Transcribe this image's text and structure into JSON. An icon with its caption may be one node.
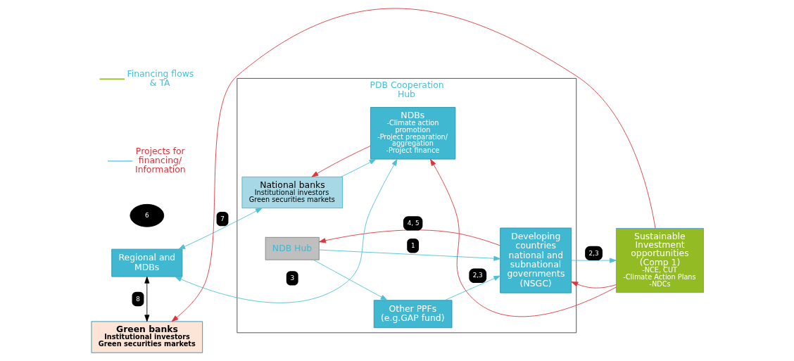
{
  "diagram": {
    "nodes": [
      {
        "text": [
          "PDB Cooperation Hub"
        ]
      },
      {
        "text": [
          "Regional and MDBs"
        ]
      },
      {
        "text": [
          "Green banks",
          "Institutional investors",
          "Green securities markets"
        ]
      },
      {
        "text": [
          "National banks",
          "Institutional investors",
          "Green securities markets"
        ],
        "in": 0
      },
      {
        "text": [
          "NDBs",
          "-Climate action promotion",
          "-Project preparation/ aggregation",
          "-Project finance"
        ],
        "in": 0
      },
      {
        "text": [
          "NDB Hub"
        ],
        "in": 0
      },
      {
        "text": [
          "Other PPFs (e.g.GAP fund)"
        ],
        "in": 0
      },
      {
        "text": [
          "Developing countries national and subnational governments (NSGC)"
        ],
        "in": 0
      },
      {
        "text": [
          "Sustainable Investment opportunities (Comp 1)",
          "-NCE, CUT",
          "-Climate Action Plans",
          "-NDCs"
        ]
      }
    ],
    "edges": [
      {
        "from": 1,
        "to": 2,
        "arrow": "both",
        "label": "8",
        "color": "#000000"
      },
      {
        "from": 1,
        "to": 4,
        "arrow": "both",
        "label": "3"
      },
      {
        "from": 1,
        "to": 3,
        "arrow": "both",
        "label": "7"
      },
      {
        "from": 3,
        "to": 4,
        "arrow": "to"
      },
      {
        "from": 4,
        "to": 3,
        "arrow": "to",
        "color": "#d9363e"
      },
      {
        "from": 5,
        "to": 6,
        "arrow": "to"
      },
      {
        "from": 6,
        "to": 7,
        "arrow": "to",
        "label": "2,3"
      },
      {
        "from": 5,
        "to": 7,
        "arrow": "to",
        "label": "1"
      },
      {
        "from": 7,
        "to": 5,
        "arrow": "to",
        "label": "4, 5",
        "color": "#d9363e"
      },
      {
        "from": 8,
        "to": 7,
        "arrow": "to",
        "color": "#d9363e"
      },
      {
        "from": 7,
        "to": 8,
        "arrow": "to",
        "label": "2,3"
      },
      {
        "from": 8,
        "to": 4,
        "arrow": "to",
        "color": "#d9363e"
      },
      {
        "from": 8,
        "to": 2,
        "arrow": "to",
        "color": "#d9363e"
      }
    ],
    "labels": [
      "6"
    ],
    "legend": [
      {
        "text": "Financing flows & TA"
      },
      {
        "text": "Projects for financing/ Information"
      }
    ]
  }
}
